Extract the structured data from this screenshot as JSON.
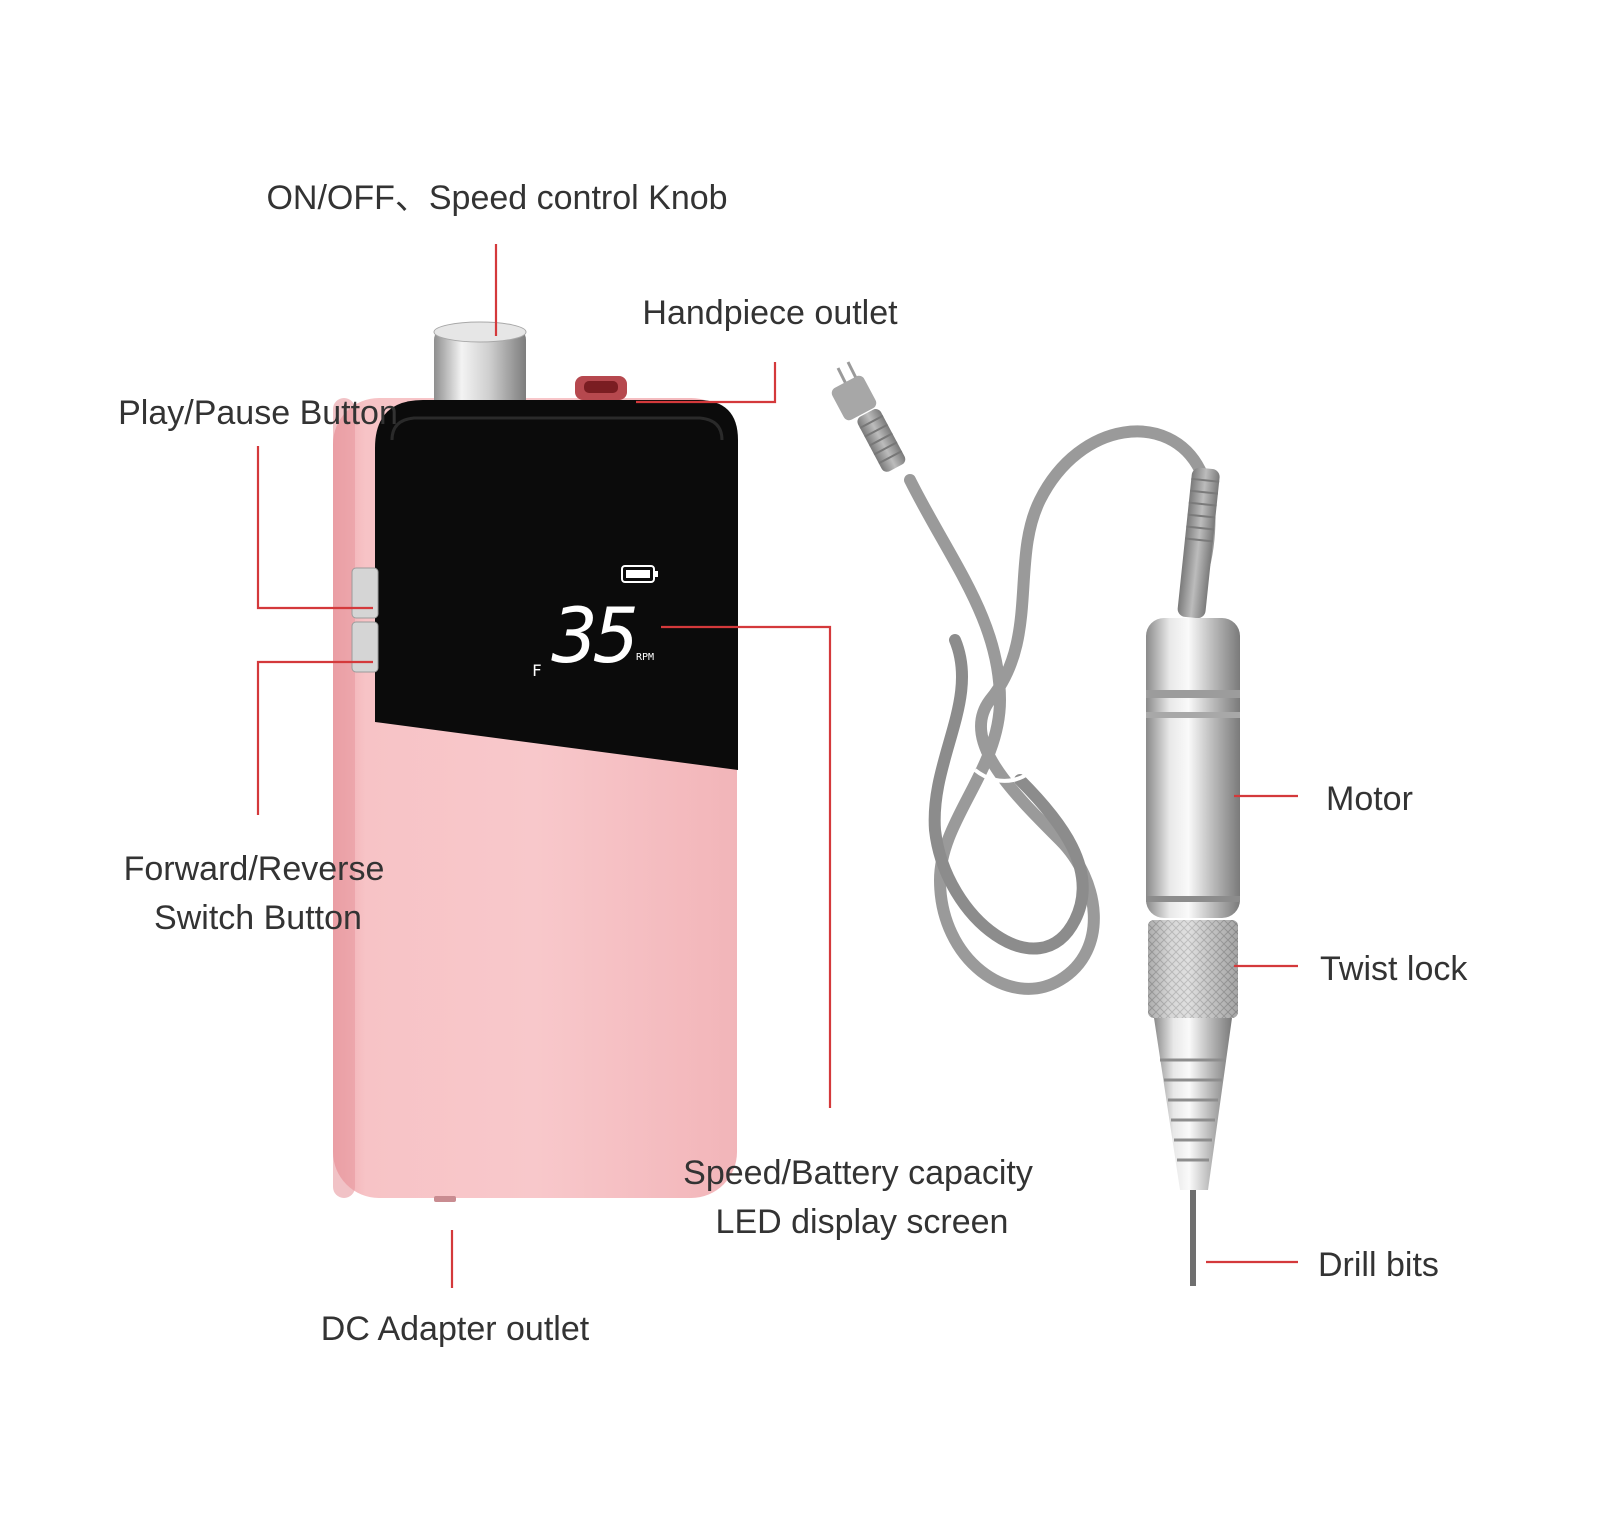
{
  "labels": {
    "knob": "ON/OFF、Speed control Knob",
    "handpiece_outlet": "Handpiece outlet",
    "play_pause": "Play/Pause Button",
    "forward_reverse_line1": "Forward/Reverse",
    "forward_reverse_line2": "Switch Button",
    "display_line1": "Speed/Battery capacity",
    "display_line2": "LED display screen",
    "dc_outlet": "DC Adapter outlet",
    "motor": "Motor",
    "twist_lock": "Twist lock",
    "drill_bits": "Drill bits"
  },
  "display": {
    "speed": "35",
    "direction": "F",
    "unit": "RPM",
    "battery_level": 1.0
  },
  "colors": {
    "leader_line": "#d4393b",
    "body_pink": "#f5bcc0",
    "screen_black": "#0b0b0b",
    "cord_gray": "#9a9a9a",
    "metal_silver": "#c8c8c8"
  }
}
